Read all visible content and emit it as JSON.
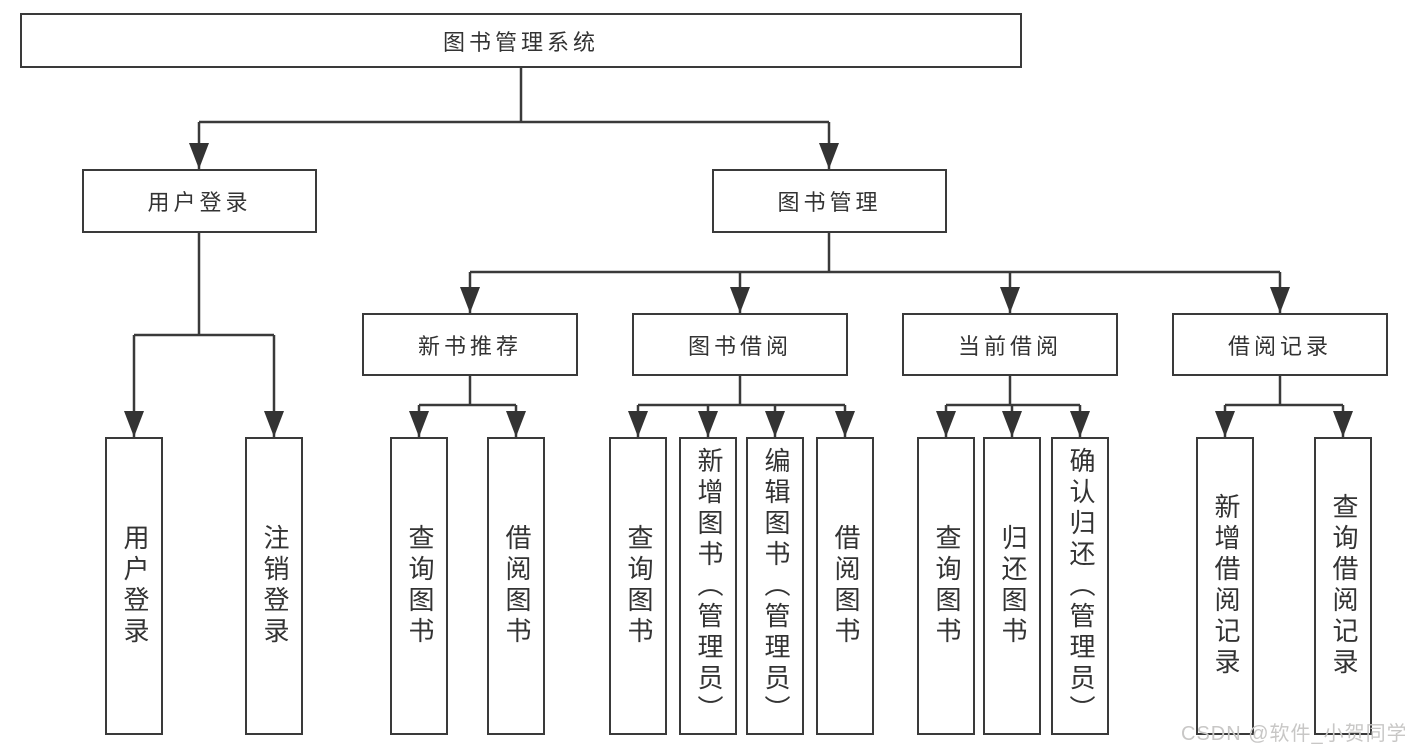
{
  "diagram": {
    "root": {
      "label": "图书管理系统"
    },
    "level2": [
      {
        "label": "用户登录"
      },
      {
        "label": "图书管理"
      }
    ],
    "level3": [
      {
        "label": "新书推荐"
      },
      {
        "label": "图书借阅"
      },
      {
        "label": "当前借阅"
      },
      {
        "label": "借阅记录"
      }
    ],
    "leaves": [
      {
        "label": "用户登录",
        "parent": "用户登录"
      },
      {
        "label": "注销登录",
        "parent": "用户登录"
      },
      {
        "label": "查询图书",
        "parent": "新书推荐"
      },
      {
        "label": "借阅图书",
        "parent": "新书推荐"
      },
      {
        "label": "查询图书",
        "parent": "图书借阅"
      },
      {
        "label": "新增图书（管理员）",
        "parent": "图书借阅"
      },
      {
        "label": "编辑图书（管理员）",
        "parent": "图书借阅"
      },
      {
        "label": "借阅图书",
        "parent": "图书借阅"
      },
      {
        "label": "查询图书",
        "parent": "当前借阅"
      },
      {
        "label": "归还图书",
        "parent": "当前借阅"
      },
      {
        "label": "确认归还（管理员）",
        "parent": "当前借阅"
      },
      {
        "label": "新增借阅记录",
        "parent": "借阅记录"
      },
      {
        "label": "查询借阅记录",
        "parent": "借阅记录"
      }
    ],
    "line_color": "#3a3a3a"
  },
  "watermark": {
    "text": "CSDN @软件_小贺同学",
    "color": "#c8c7c6"
  }
}
